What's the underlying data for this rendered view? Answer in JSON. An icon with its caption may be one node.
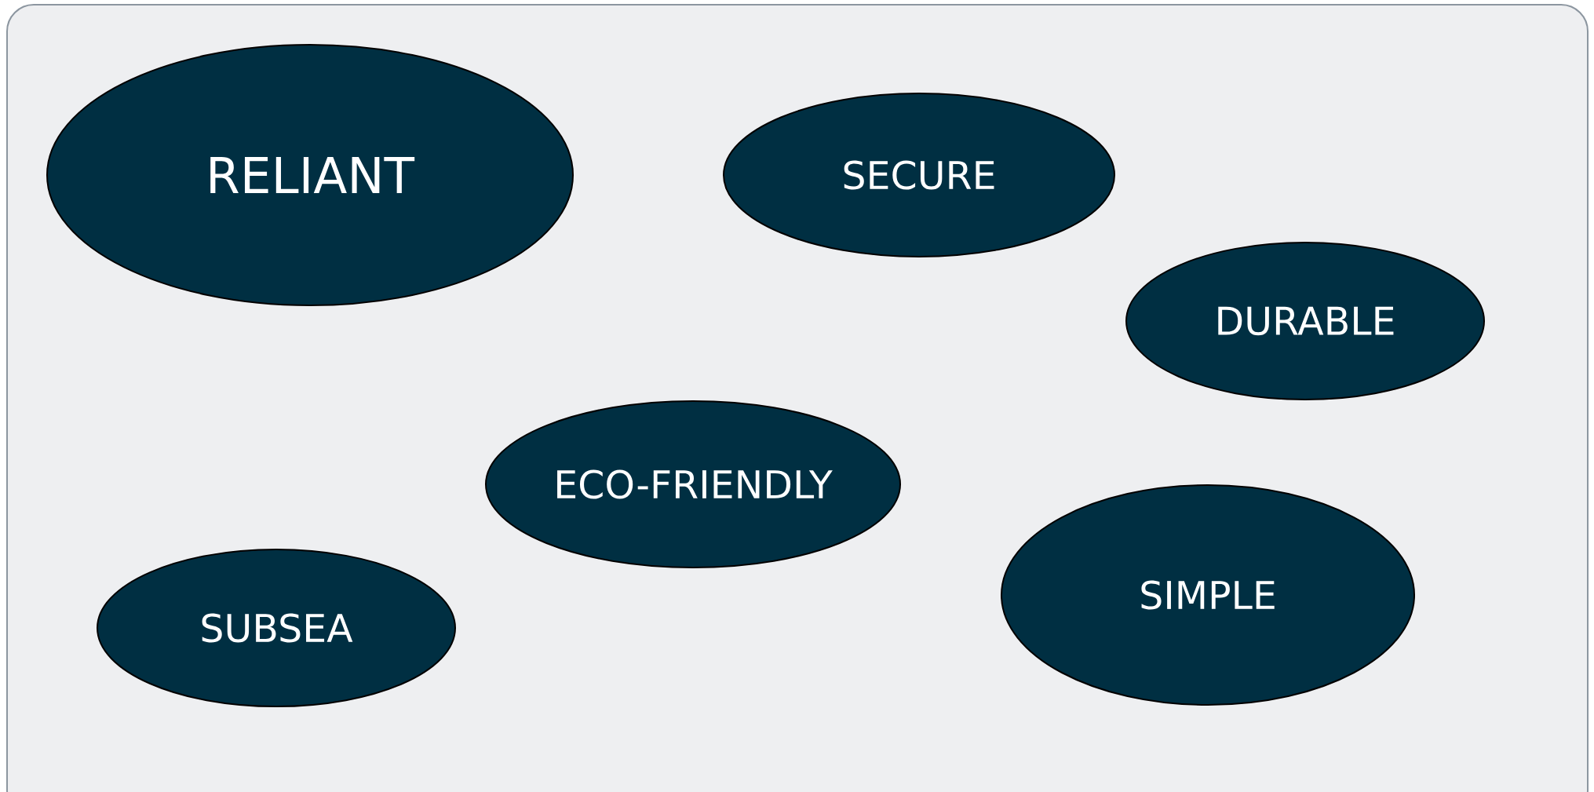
{
  "diagram": {
    "nodes": [
      {
        "text": [
          "RELIANT"
        ]
      },
      {
        "text": [
          "SECURE"
        ]
      },
      {
        "text": [
          "DURABLE"
        ]
      },
      {
        "text": [
          "ECO-FRIENDLY"
        ]
      },
      {
        "text": [
          "SIMPLE"
        ]
      },
      {
        "text": [
          "SUBSEA"
        ]
      }
    ]
  }
}
